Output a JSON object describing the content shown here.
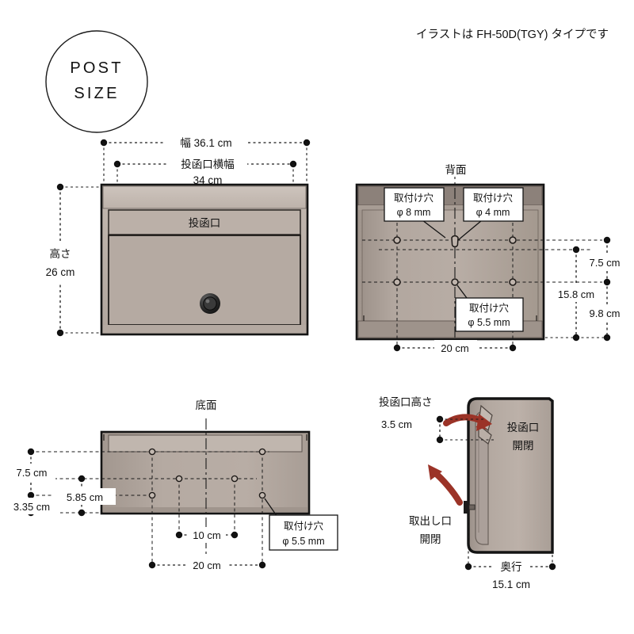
{
  "page": {
    "badge_line1": "POST",
    "badge_line2": "SIZE",
    "note": "イラストは FH-50D(TGY) タイプです"
  },
  "colors": {
    "body_light": "#c2b8b0",
    "body_mid": "#b5aaa2",
    "body_dark": "#a2978f",
    "body_shadow": "#8e837c",
    "outline": "#141414",
    "accent_red": "#9b3327",
    "dim_line": "#1a1a1a",
    "callout_bg": "#ffffff"
  },
  "front_view": {
    "name": "front-view",
    "slot_label": "投函口",
    "dims": {
      "width_label": "幅 36.1 cm",
      "slot_width_label_line1": "投函口横幅",
      "slot_width_label_line2": "34 cm",
      "height_label_line1": "高さ",
      "height_label_line2": "26 cm"
    }
  },
  "back_view": {
    "name": "back-view",
    "title": "背面",
    "callouts": [
      {
        "line1": "取付け穴",
        "line2": "φ 8 mm"
      },
      {
        "line1": "取付け穴",
        "line2": "φ 4 mm"
      },
      {
        "line1": "取付け穴",
        "line2": "φ 5.5 mm"
      }
    ],
    "dims": {
      "top_gap": "7.5 cm",
      "total": "15.8 cm",
      "bottom_gap": "9.8 cm",
      "horizontal": "20 cm"
    }
  },
  "bottom_view": {
    "name": "bottom-view",
    "title": "底面",
    "callout": {
      "line1": "取付け穴",
      "line2": "φ 5.5 mm"
    },
    "dims": {
      "v_outer": "7.5 cm",
      "v_mid": "5.85 cm",
      "v_inner": "3.35 cm",
      "h_inner": "10 cm",
      "h_outer": "20 cm"
    }
  },
  "side_view": {
    "name": "side-view",
    "labels": {
      "slot_height_title": "投函口高さ",
      "slot_height_value": "3.5 cm",
      "slot_open_close_line1": "投函口",
      "slot_open_close_line2": "開閉",
      "pickup_open_close_line1": "取出し口",
      "pickup_open_close_line2": "開閉",
      "depth_label": "奥行",
      "depth_value": "15.1 cm"
    }
  }
}
